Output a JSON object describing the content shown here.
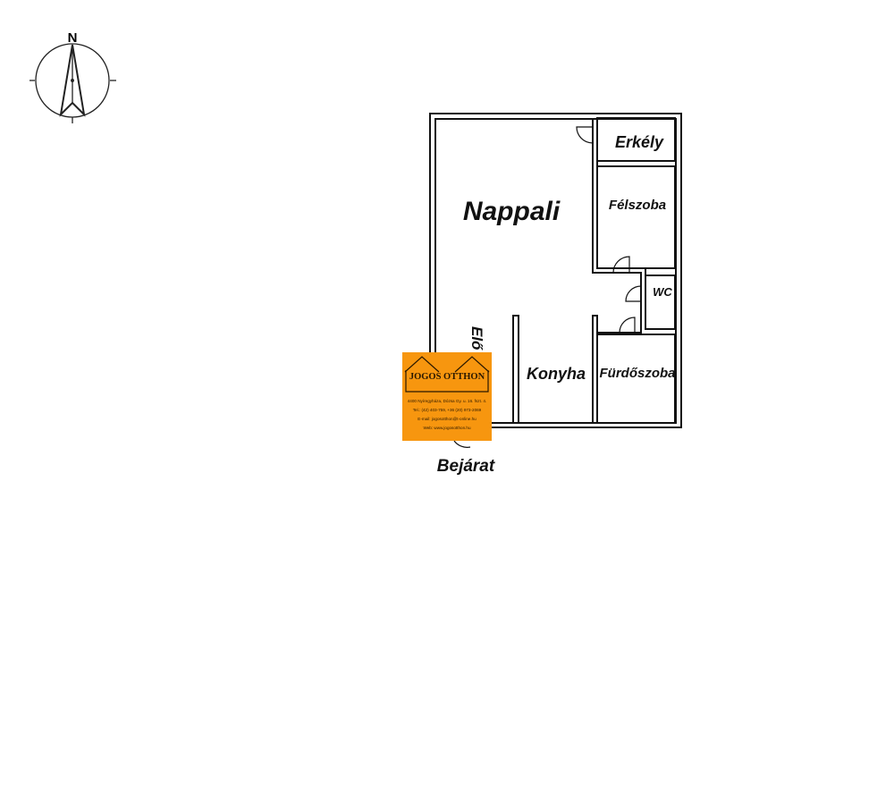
{
  "compass": {
    "label": "N"
  },
  "rooms": {
    "nappali": "Nappali",
    "erkely": "Erkély",
    "felszoba": "Félszoba",
    "wc": "WC",
    "konyha": "Konyha",
    "furdoszoba": "Fürdőszoba",
    "eloszoba": "Elő",
    "bejarat": "Bejárat"
  },
  "logo": {
    "name": "JOGOS OTTHON",
    "address": "4400 Nyíregyháza, Dózsa Gy. u. 16. fszt. 4.",
    "phone": "Tel.: (42) 403-759, +36 (20) 973-2069",
    "email": "E-mail: jogosotthon@t-online.hu",
    "web": "Web: www.jogosotthon.hu",
    "color": "#f7960f"
  }
}
